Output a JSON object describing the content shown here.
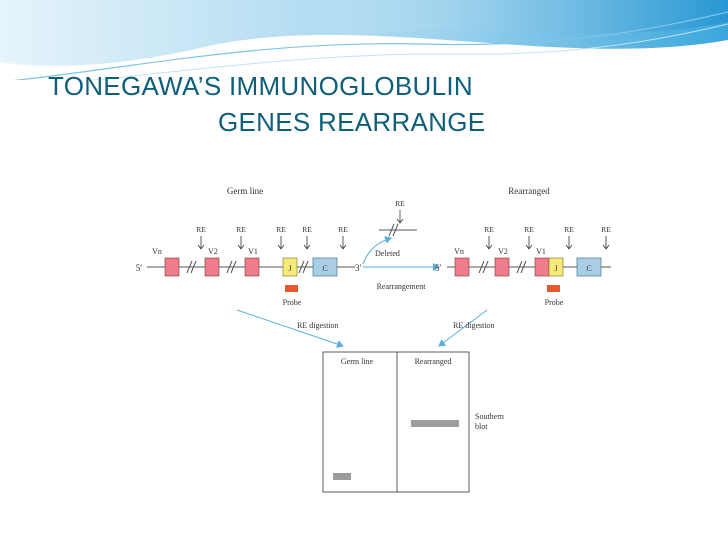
{
  "slide": {
    "title_line1": "TONEGAWA’S IMMUNOGLOBULIN",
    "title_line2": "GENES REARRANGE"
  },
  "figure": {
    "germline_heading": "Germ line",
    "rearranged_heading": "Rearranged",
    "re_label": "RE",
    "five_prime": "5′",
    "three_prime": "3′",
    "segments": {
      "vn": "Vn",
      "v2": "V2",
      "v1": "V1",
      "j": "J",
      "c": "C"
    },
    "deleted_label": "Deleted",
    "rearrangement_label": "Rearrangement",
    "probe_label": "Probe",
    "re_digestion_label": "RE digestion",
    "blot": {
      "germline_header": "Germ line",
      "rearranged_header": "Rearranged",
      "southern_line1": "Southern",
      "southern_line2": "blot"
    },
    "colors": {
      "v_segment": "#ef7c8a",
      "j_segment": "#f6ea7a",
      "c_segment": "#a9cfe6",
      "probe": "#e2592b",
      "band": "#9d9d9d",
      "arrow": "#5aaed8",
      "title": "#0f5f7a"
    }
  }
}
